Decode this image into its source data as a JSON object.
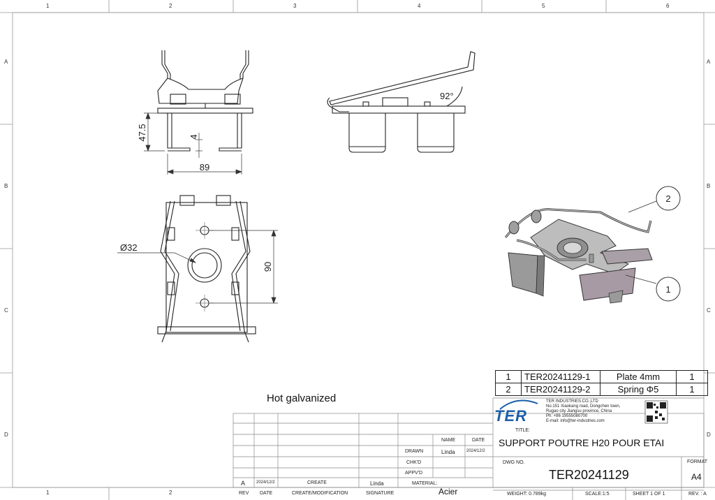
{
  "zones": {
    "top": [
      "1",
      "2",
      "3",
      "4",
      "5",
      "6"
    ],
    "left": [
      "A",
      "B",
      "C",
      "D"
    ],
    "bottom": [
      "1",
      "2"
    ]
  },
  "note": "Hot galvanized",
  "dimensions": {
    "height": "47.5",
    "gap": "4",
    "width": "89",
    "angle": "92°",
    "diameter": "Ø32",
    "spacing": "90"
  },
  "balloons": [
    "2",
    "1"
  ],
  "bom": [
    {
      "item": "1",
      "part": "TER20241129-1",
      "desc": "Plate 4mm",
      "qty": "1"
    },
    {
      "item": "2",
      "part": "TER20241129-2",
      "desc": "Spring Φ5",
      "qty": "1"
    }
  ],
  "company": {
    "logo": "TER",
    "name": "TER INDUSTRIES.CO.,LTD",
    "address1": "No.151 Xiaokang road, Dongchen town,",
    "address2": "Rugao city Jiangsu province, China",
    "phone": "Ph: +86 19555080700",
    "email": "E-mail: info@ter-industries.com"
  },
  "title_block": {
    "title_label": "TITLE:",
    "title": "SUPPORT POUTRE H20 POUR ETAI",
    "dwg_label": "DWG NO.",
    "dwg_no": "TER20241129",
    "format_label": "FORMAT",
    "format": "A4",
    "weight": "WEIGHT: 0.789kg",
    "scale": "SCALE:1:5",
    "sheet": "SHEET 1 OF 1",
    "rev": "REV. : A",
    "name_label": "NAME",
    "date_label": "DATE",
    "drawn_label": "DRAWN",
    "drawn_name": "Linda",
    "drawn_date": "2024/12/2",
    "chkd_label": "CHK'D",
    "appvd_label": "APPV'D",
    "material_label": "MATERIAL:",
    "material": "Acier",
    "rev_row": {
      "rev": "A",
      "date": "2024/12/2",
      "desc": "CREATE",
      "sig": "Linda"
    },
    "headers": {
      "rev": "REV",
      "date": "DATE",
      "desc": "CREATE/MODIFICATION",
      "sig": "SIGNATURE"
    }
  }
}
